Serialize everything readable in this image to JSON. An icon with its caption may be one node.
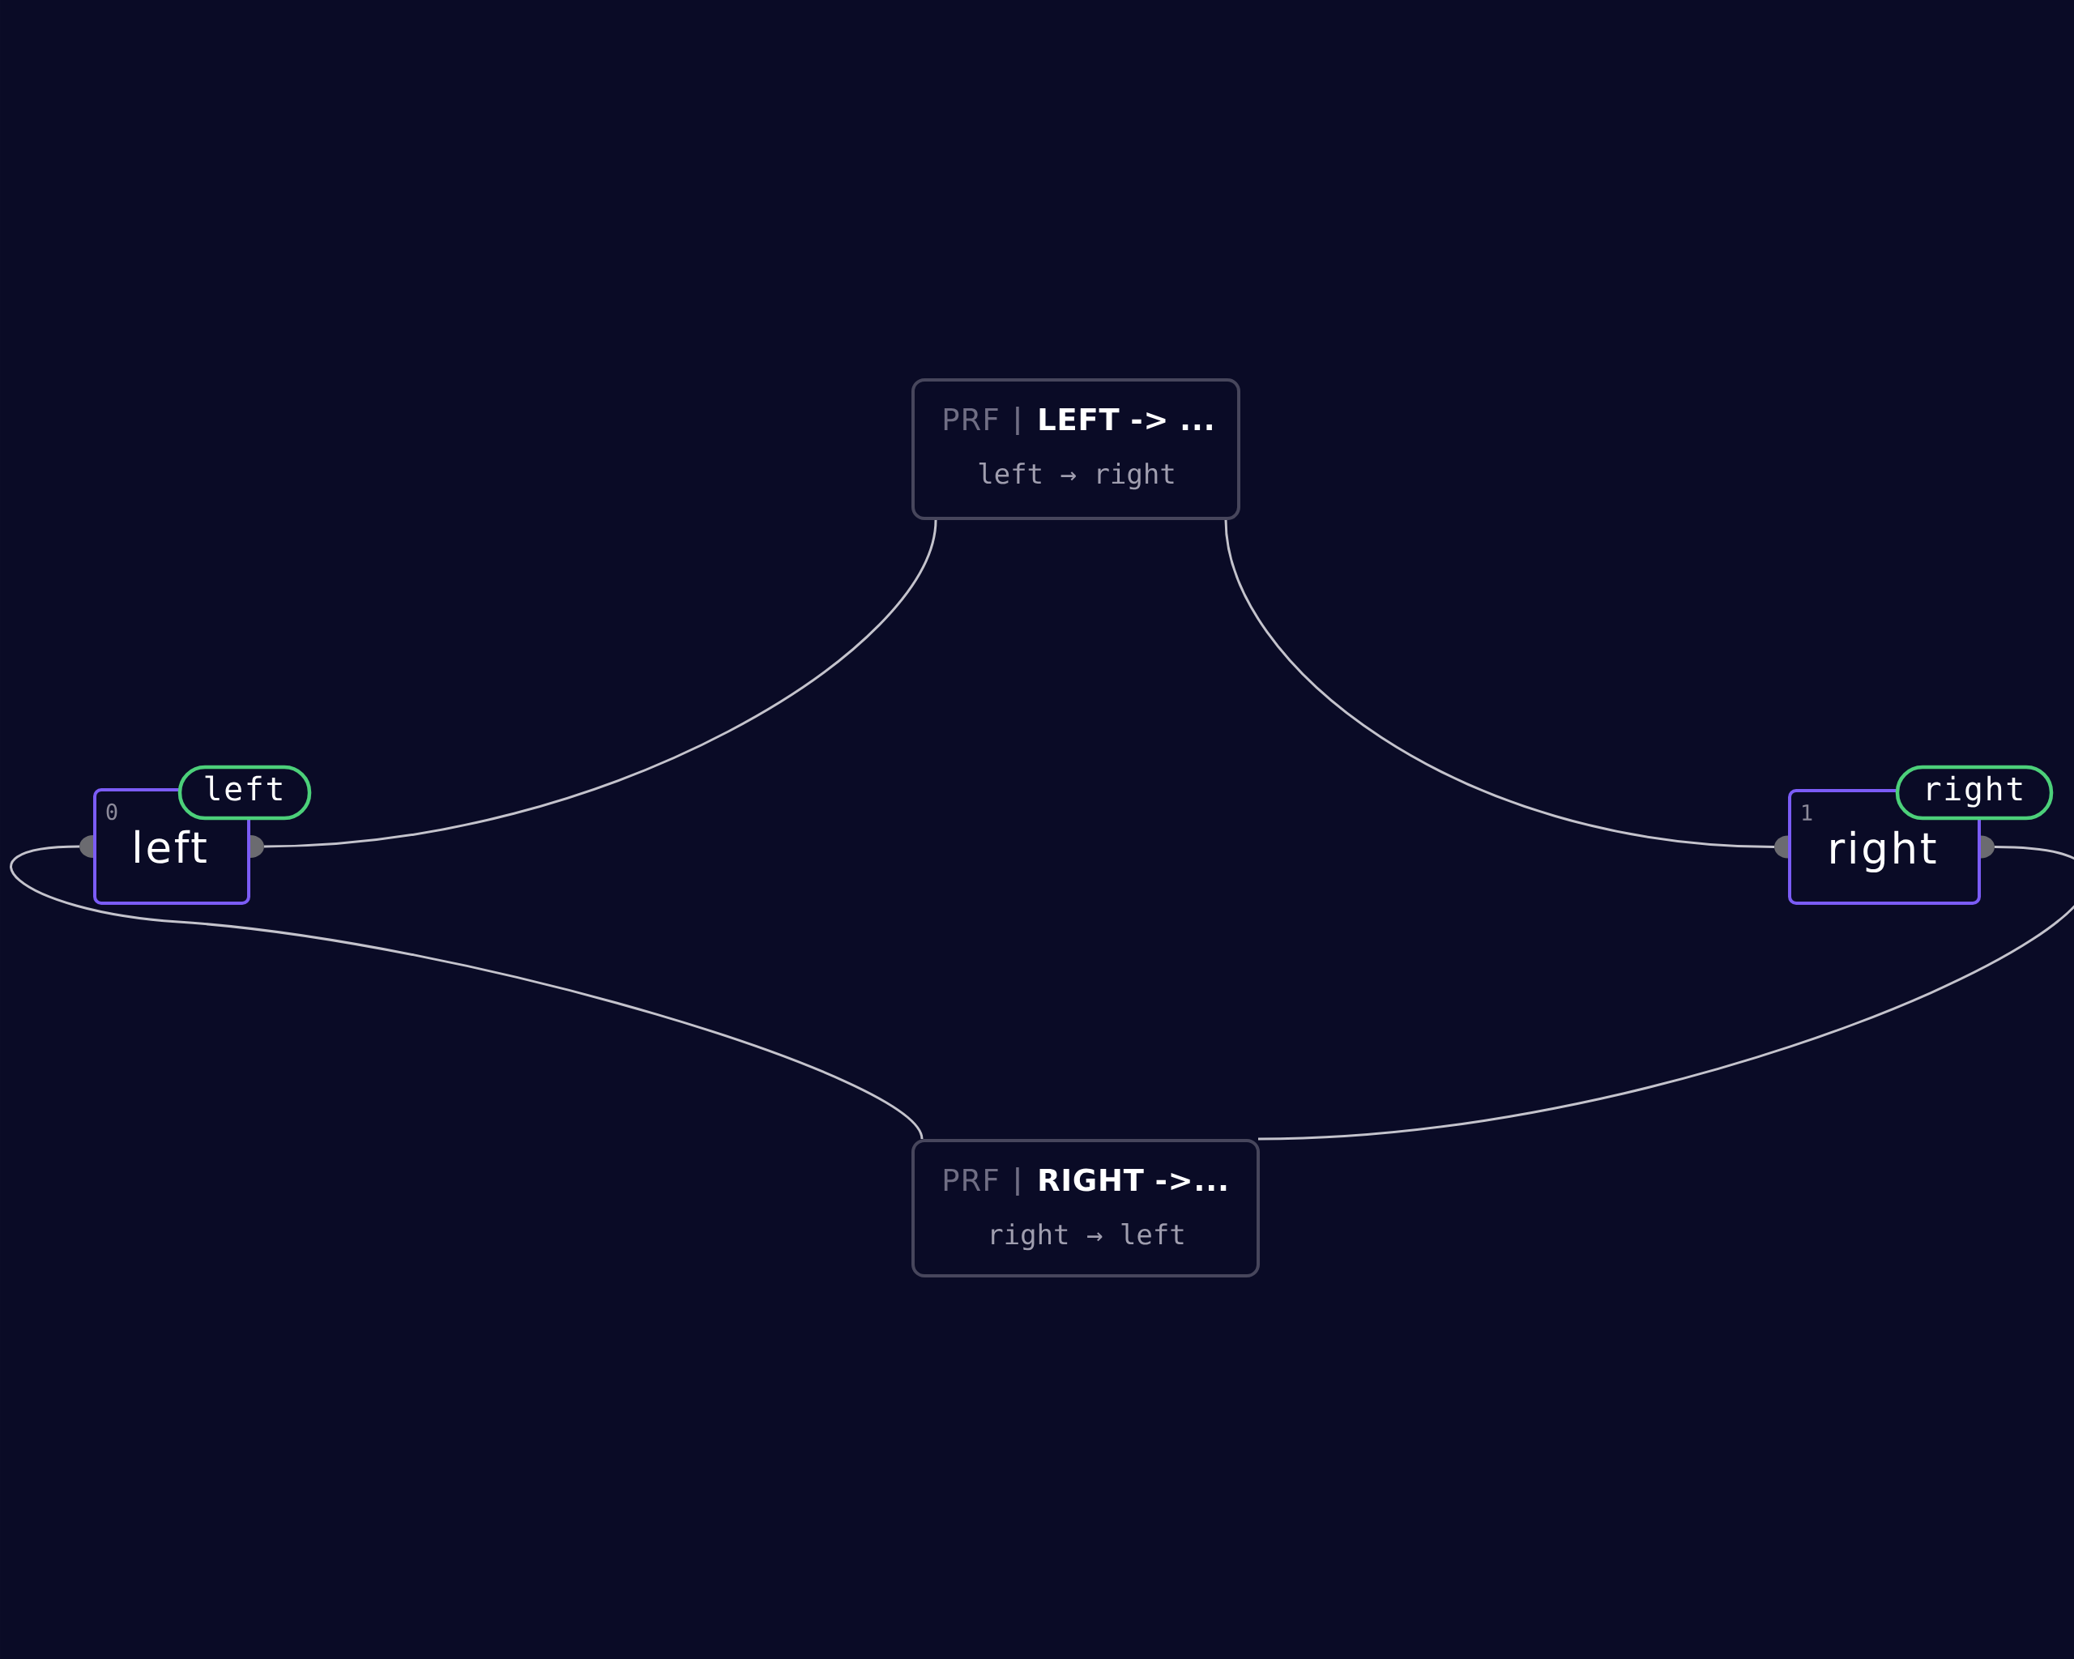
{
  "diagram": {
    "nodes": [
      {
        "text": [
          "PRF",
          "LEFT -> ...",
          "left → right"
        ]
      },
      {
        "text": [
          "0",
          "left"
        ]
      },
      {
        "text": [
          "left"
        ]
      },
      {
        "text": [
          "1",
          "right"
        ]
      },
      {
        "text": [
          "right"
        ]
      },
      {
        "text": [
          "PRF",
          "RIGHT ->...",
          "right → left"
        ]
      }
    ],
    "edges": [
      {
        "from": 1,
        "to": 0,
        "arrow": "none"
      },
      {
        "from": 0,
        "to": 3,
        "arrow": "none"
      },
      {
        "from": 3,
        "to": 5,
        "arrow": "none"
      },
      {
        "from": 5,
        "to": 1,
        "arrow": "none"
      }
    ]
  }
}
